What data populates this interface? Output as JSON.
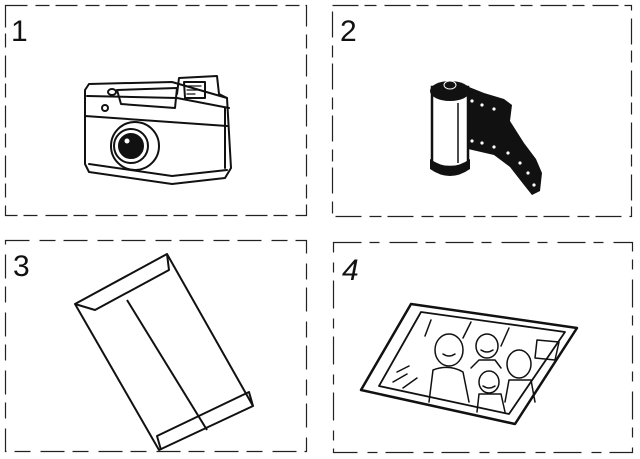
{
  "worksheet": {
    "panels": [
      {
        "number": "1",
        "subject": "camera"
      },
      {
        "number": "2",
        "subject": "film roll"
      },
      {
        "number": "3",
        "subject": "envelope"
      },
      {
        "number": "4",
        "subject": "photograph"
      }
    ]
  },
  "colors": {
    "ink": "#111111",
    "paper": "#ffffff"
  }
}
